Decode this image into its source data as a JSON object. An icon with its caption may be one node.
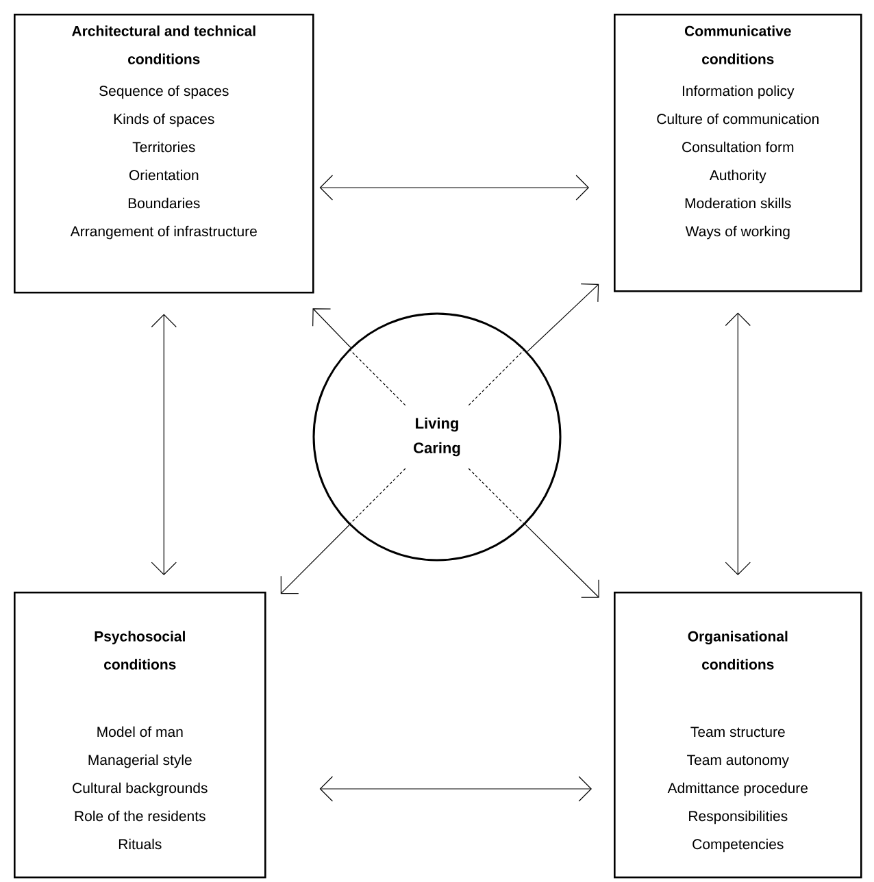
{
  "diagram": {
    "nodes": [
      {
        "text": [
          "Architectural and technical conditions",
          "Sequence of spaces",
          "Kinds of spaces",
          "Territories",
          "Orientation",
          "Boundaries",
          "Arrangement of infrastructure"
        ]
      },
      {
        "text": [
          "Communicative conditions",
          "Information policy",
          "Culture of communication",
          "Consultation form",
          "Authority",
          "Moderation skills",
          "Ways of working"
        ]
      },
      {
        "text": [
          "Living Caring"
        ]
      },
      {
        "text": [
          "Psychosocial conditions",
          "Model of man",
          "Managerial style",
          "Cultural backgrounds",
          "Role of the residents",
          "Rituals"
        ]
      },
      {
        "text": [
          "Organisational conditions",
          "Team structure",
          "Team autonomy",
          "Admittance procedure",
          "Responsibilities",
          "Competencies"
        ]
      }
    ],
    "edges": [
      {
        "from": 0,
        "to": 1,
        "arrow": "both"
      },
      {
        "from": 0,
        "to": 3,
        "arrow": "both"
      },
      {
        "from": 1,
        "to": 4,
        "arrow": "both"
      },
      {
        "from": 3,
        "to": 4,
        "arrow": "both"
      },
      {
        "from": 2,
        "to": 0,
        "arrow": "to"
      },
      {
        "from": 2,
        "to": 1,
        "arrow": "to"
      },
      {
        "from": 2,
        "to": 3,
        "arrow": "to"
      },
      {
        "from": 2,
        "to": 4,
        "arrow": "to"
      }
    ]
  }
}
